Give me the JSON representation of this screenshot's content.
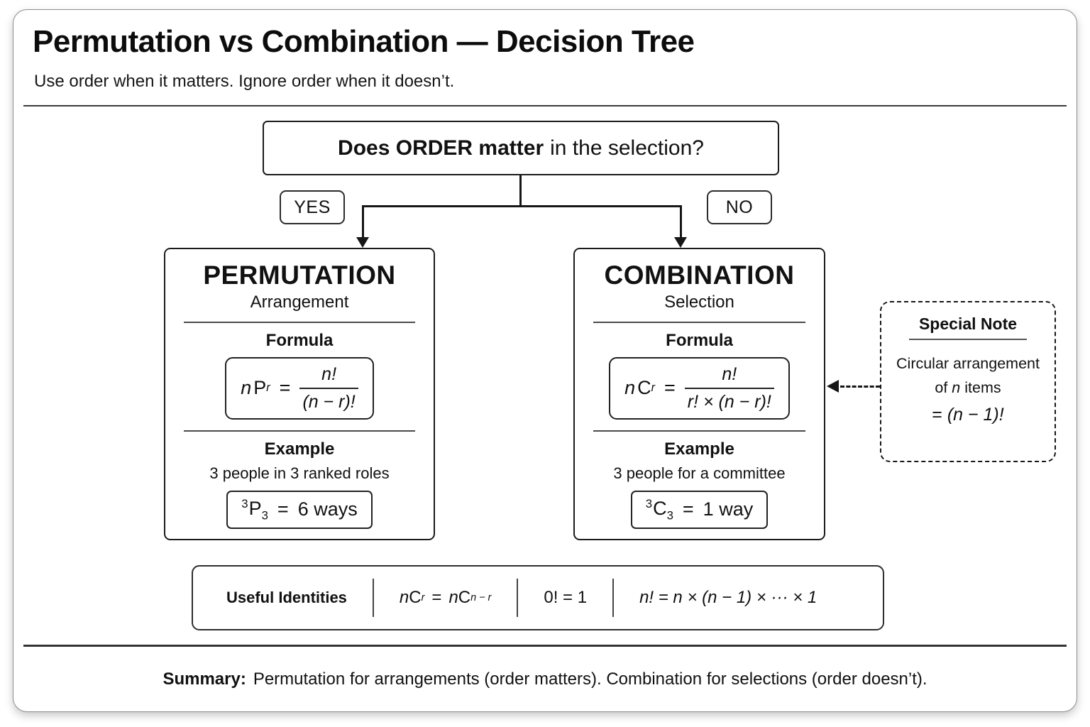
{
  "header": {
    "title": "Permutation vs Combination — Decision Tree",
    "subtitle": "Use order when it matters. Ignore order when it doesn’t."
  },
  "decision": {
    "question_bold": "Does ORDER matter",
    "question_rest": "in the selection?",
    "yes_label": "YES",
    "no_label": "NO"
  },
  "permutation": {
    "title": "PERMUTATION",
    "subtitle": "Arrangement",
    "formula_label": "Formula",
    "formula": {
      "var": "n",
      "symbol": "P",
      "sub": "r",
      "equals": "=",
      "numerator": "n!",
      "denominator": "(n − r)!"
    },
    "example_label": "Example",
    "example_text": "3 people in 3 ranked roles",
    "result": {
      "sup": "3",
      "symbol": "P",
      "sub": "3",
      "equals": "=",
      "value": "6 ways"
    }
  },
  "combination": {
    "title": "COMBINATION",
    "subtitle": "Selection",
    "formula_label": "Formula",
    "formula": {
      "var": "n",
      "symbol": "C",
      "sub": "r",
      "equals": "=",
      "numerator": "n!",
      "denominator": "r! × (n − r)!"
    },
    "example_label": "Example",
    "example_text": "3 people for a committee",
    "result": {
      "sup": "3",
      "symbol": "C",
      "sub": "3",
      "equals": "=",
      "value": "1 way"
    }
  },
  "special_note": {
    "title": "Special Note",
    "line1": "Circular arrangement",
    "line2_pre": "of ",
    "line2_var": "n",
    "line2_post": " items",
    "line3_eq": "= ",
    "line3_expr": "(n − 1)!"
  },
  "identities": {
    "label": "Useful Identities",
    "identity1": {
      "var1": "n",
      "sym1": "C",
      "sub1": "r",
      "equals": "=",
      "var2": "n",
      "sym2": "C",
      "sub2": "n − r"
    },
    "identity2": "0! = 1",
    "identity3": "n! = n × (n − 1) × ··· × 1"
  },
  "summary": {
    "label": "Summary:",
    "text": "Permutation for arrangements (order matters). Combination for selections (order doesn’t)."
  },
  "colors": {
    "ink": "#111111",
    "card_border": "#8d8d8d",
    "background": "#ffffff"
  }
}
